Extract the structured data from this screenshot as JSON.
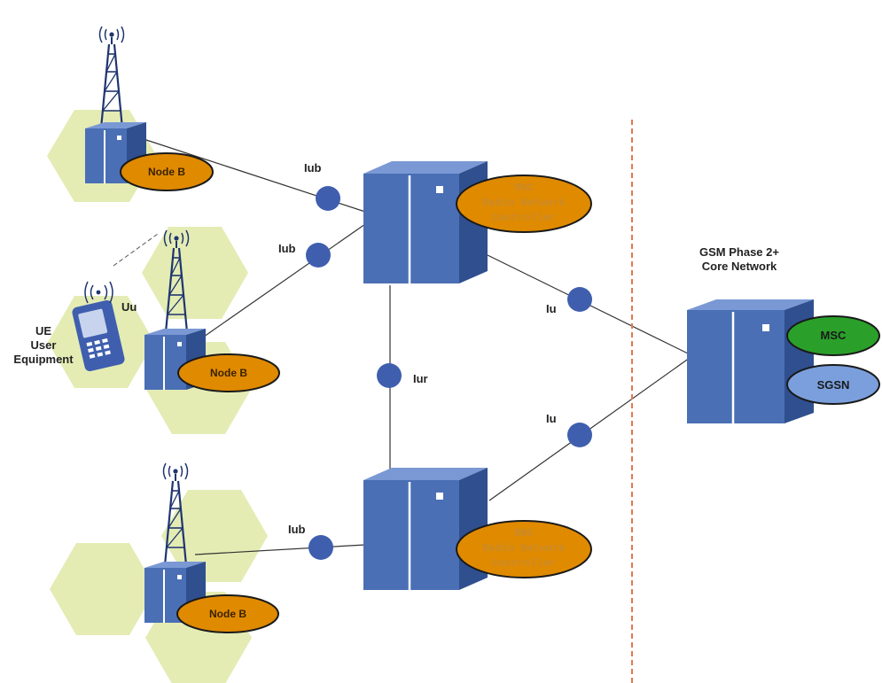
{
  "nodes": {
    "node_b_top": "Node B",
    "node_b_mid": "Node B",
    "node_b_bottom": "Node B",
    "rnc_top": {
      "abbr": "RNC",
      "line1": "Radio Network",
      "line2": "Controller"
    },
    "rnc_bottom": {
      "abbr": "RNC",
      "line1": "Radio Network",
      "line2": "Controller"
    },
    "msc": "MSC",
    "sgsn": "SGSN"
  },
  "interfaces": {
    "iub_top": "Iub",
    "iub_mid": "Iub",
    "iub_bottom": "Iub",
    "iur": "Iur",
    "iu_top": "Iu",
    "iu_bottom": "Iu",
    "uu": "Uu"
  },
  "labels": {
    "ue_line1": "UE",
    "ue_line2": "User",
    "ue_line3": "Equipment",
    "core_line1": "GSM Phase 2+",
    "core_line2": "Core Network"
  },
  "colors": {
    "cell_hex": "#e4ecb4",
    "equipment_blue": "#4a6fb5",
    "equipment_dark": "#2f4f8f",
    "interface_dot": "#3f5fae",
    "node_oval": "#e08a00",
    "msc_oval": "#2aa02a",
    "sgsn_oval": "#7a9fdc",
    "boundary": "#e07a50"
  }
}
